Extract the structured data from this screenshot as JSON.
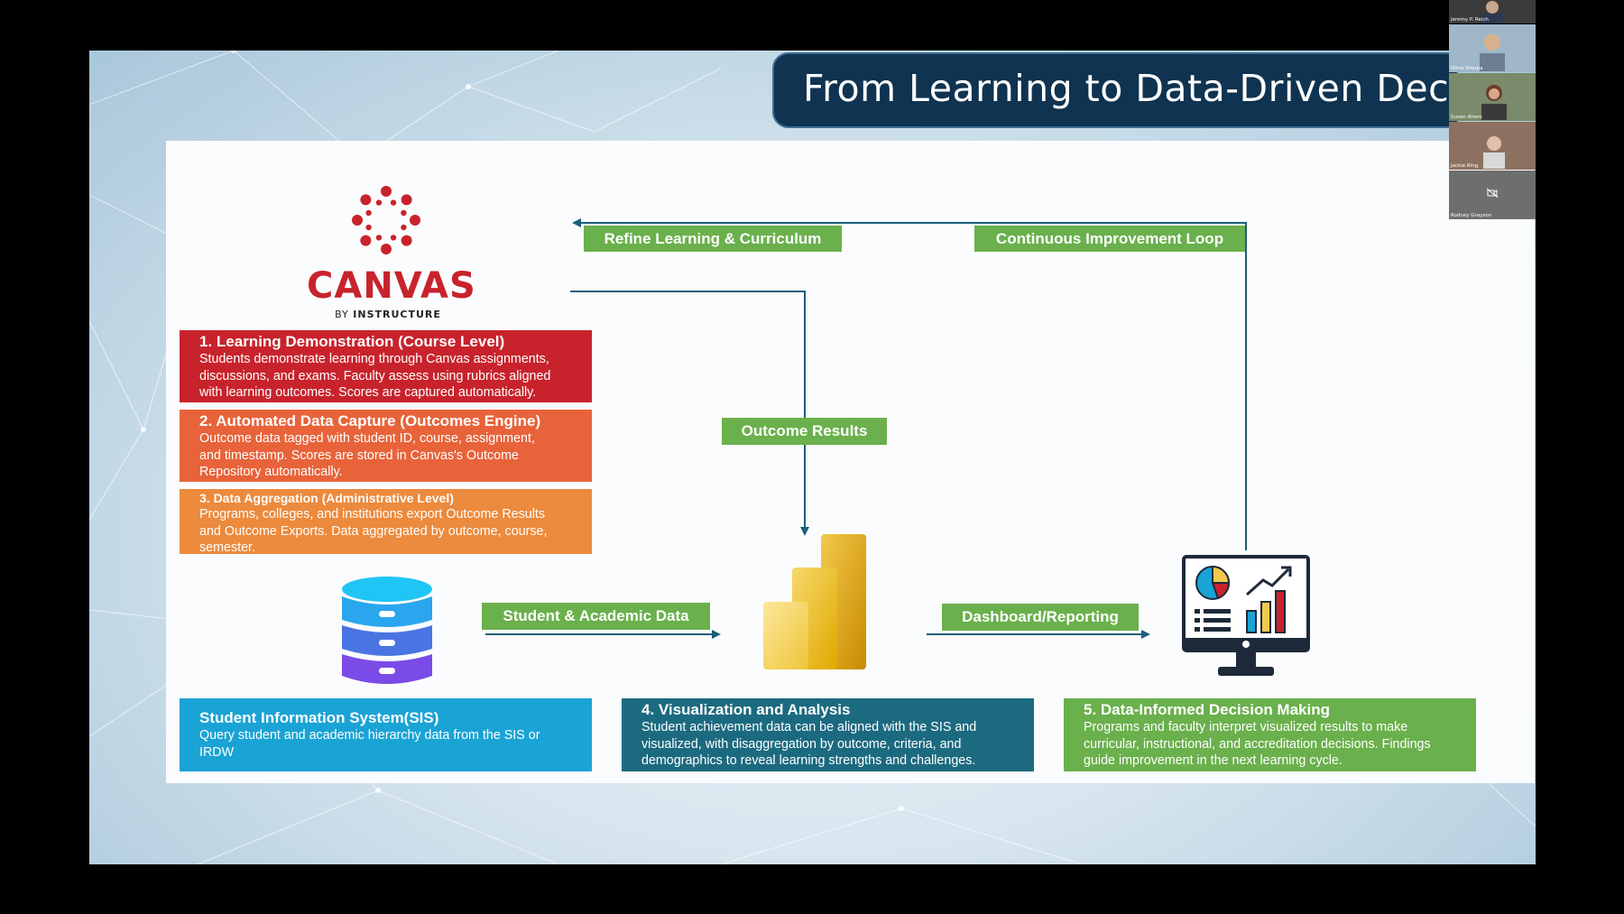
{
  "title": "From Learning to Data-Driven Decis",
  "canvas_logo": {
    "word": "CANVAS",
    "by": "BY",
    "brand": "INSTRUCTURE",
    "icon": "canvas-logo-icon"
  },
  "colors": {
    "red": "#c8232c",
    "orange": "#e8633a",
    "light_orange": "#ec8a3d",
    "cyan": "#1aa3d5",
    "teal": "#1c6a80",
    "green": "#6ab04c",
    "navy": "#0f3350"
  },
  "boxes": {
    "learning": {
      "heading": "1. Learning Demonstration (Course Level)",
      "lines": [
        "Students demonstrate learning through Canvas assignments,",
        "discussions, and exams. Faculty assess using rubrics aligned",
        "with learning outcomes. Scores are captured automatically."
      ]
    },
    "capture": {
      "heading": "2. Automated Data Capture (Outcomes Engine)",
      "lines": [
        "Outcome data tagged with student ID, course, assignment,",
        "and timestamp. Scores are stored in Canvas's Outcome",
        "Repository automatically."
      ]
    },
    "aggregation": {
      "heading": "3. Data Aggregation (Administrative Level)",
      "lines": [
        "Programs, colleges, and institutions export Outcome Results",
        "and Outcome Exports. Data aggregated by outcome, course,",
        "semester."
      ]
    },
    "sis": {
      "heading": "Student Information System(SIS)",
      "lines": [
        "Query student and academic hierarchy data from the SIS or",
        "IRDW"
      ]
    },
    "visualization": {
      "heading": "4. Visualization and Analysis",
      "lines": [
        "Student achievement data can be aligned with the SIS and",
        "visualized, with disaggregation by outcome, criteria, and",
        "demographics to reveal learning strengths and challenges."
      ]
    },
    "decision": {
      "heading": "5. Data-Informed Decision Making",
      "lines": [
        "Programs and faculty interpret visualized results to make",
        "curricular, instructional, and accreditation decisions. Findings",
        "guide improvement in the next learning cycle."
      ]
    }
  },
  "tags": {
    "refine": "Refine Learning & Curriculum",
    "loop": "Continuous Improvement Loop",
    "outcome": "Outcome Results",
    "student_data": "Student & Academic Data",
    "dashboard": "Dashboard/Reporting"
  },
  "icons": [
    "database-icon",
    "power-bi-icon",
    "dashboard-monitor-icon"
  ],
  "participants": [
    {
      "name": "Jeremy P. Reich"
    },
    {
      "name": "Nima Sherpa"
    },
    {
      "name": "Susan Ahern"
    },
    {
      "name": "Jackie Ring"
    },
    {
      "name": "Rodney Grayson"
    }
  ]
}
